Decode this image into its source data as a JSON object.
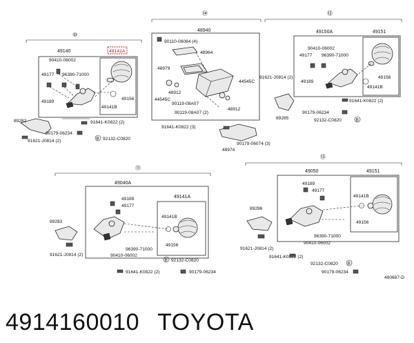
{
  "group10": {
    "num": "⑩",
    "main": "49140",
    "sub": "49141A",
    "labels": [
      "90410-06002",
      "49177",
      "96390-71000",
      "49189",
      "49156",
      "49141B",
      "89282",
      "91641-K0822 (2)",
      "90179-06234",
      "92132-C0820",
      "91621-J0814 (2)"
    ]
  },
  "group14": {
    "num": "⑭",
    "main": "48940",
    "labels": [
      "90110-06084 (4)",
      "48964",
      "48979",
      "48912",
      "44545C",
      "44545C",
      "48912",
      "90119-08A07",
      "90119-08A07 (2)",
      "91641-K0822 (3)",
      "90179-06074 (3)",
      "48974"
    ]
  },
  "group12": {
    "num": "⑫",
    "main": "49150A",
    "sub": "49151",
    "labels": [
      "90410-06002",
      "49177",
      "96390-71000",
      "49189",
      "49156",
      "49141B",
      "91621-J0814 (2)",
      "89285",
      "91641-K0822 (2)",
      "90179-06234",
      "92132-C0820"
    ]
  },
  "group11": {
    "num": "⑪",
    "main": "49040A",
    "sub": "49141A",
    "labels": [
      "49189",
      "49177",
      "89283",
      "49141B",
      "49156",
      "96390-71000",
      "90410-06002",
      "91621-J0814 (2)",
      "91641-K0822 (2)",
      "92132-C0820",
      "90179-06234"
    ]
  },
  "group13": {
    "num": "⑬",
    "main": "49050",
    "sub": "49151",
    "labels": [
      "49189",
      "49177",
      "89286",
      "49141B",
      "96390-71000",
      "49156",
      "91621-J0814 (2)",
      "90410-06002",
      "91641-K0822 (2)",
      "92132-C0820",
      "90179-06234"
    ]
  },
  "drawing_code": "480687-D",
  "callout_letter": "B",
  "footer": {
    "part_number": "4914160010",
    "brand": "TOYOTA"
  }
}
